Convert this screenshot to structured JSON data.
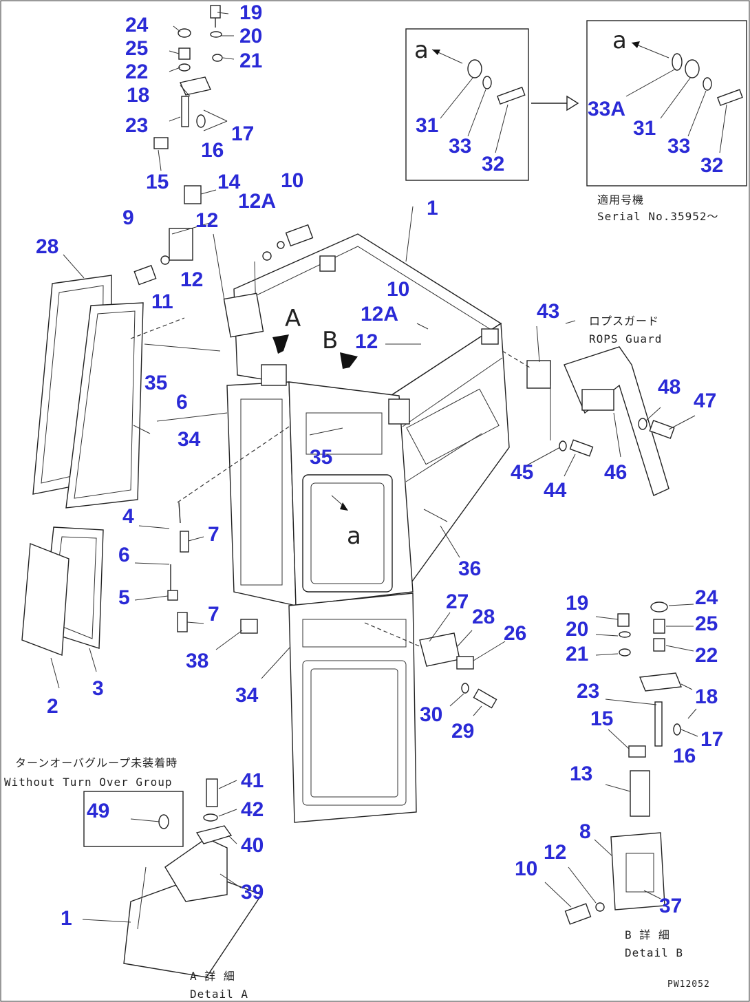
{
  "drawing_id": "PW12052",
  "view_markers": {
    "a_lower": "a",
    "a_upper": "a",
    "a_upper_right": "a",
    "A": "A",
    "B": "B"
  },
  "notes": {
    "rops_guard_jp": "ロプスガード",
    "rops_guard_en": "ROPS Guard",
    "serial_jp": "適用号機",
    "serial_en": "Serial No.35952～",
    "without_group_jp": "ターンオーバグループ未装着時",
    "without_group_en": "Without Turn Over Group",
    "detail_a_jp": "A 詳 細",
    "detail_a_en": "Detail A",
    "detail_b_jp": "B 詳 細",
    "detail_b_en": "Detail B"
  },
  "callouts": {
    "c1": "1",
    "c1b": "1",
    "c2": "2",
    "c3": "3",
    "c4": "4",
    "c5": "5",
    "c6a": "6",
    "c6b": "6",
    "c7a": "7",
    "c7b": "7",
    "c8": "8",
    "c9": "9",
    "c10a": "10",
    "c10b": "10",
    "c10c": "10",
    "c11": "11",
    "c12a": "12",
    "c12b": "12",
    "c12c": "12",
    "c12d": "12",
    "c12Aa": "12A",
    "c12Ab": "12A",
    "c13": "13",
    "c14": "14",
    "c15a": "15",
    "c15b": "15",
    "c16a": "16",
    "c16b": "16",
    "c17a": "17",
    "c17b": "17",
    "c18a": "18",
    "c18b": "18",
    "c19a": "19",
    "c19b": "19",
    "c20a": "20",
    "c20b": "20",
    "c21a": "21",
    "c21b": "21",
    "c22a": "22",
    "c22b": "22",
    "c23a": "23",
    "c23b": "23",
    "c24a": "24",
    "c24b": "24",
    "c25a": "25",
    "c25b": "25",
    "c26": "26",
    "c27": "27",
    "c28a": "28",
    "c28b": "28",
    "c29": "29",
    "c30": "30",
    "c31a": "31",
    "c31b": "31",
    "c32a": "32",
    "c32b": "32",
    "c33a": "33",
    "c33b": "33",
    "c33A": "33A",
    "c34a": "34",
    "c34b": "34",
    "c35a": "35",
    "c35b": "35",
    "c36": "36",
    "c37": "37",
    "c38": "38",
    "c39": "39",
    "c40": "40",
    "c41": "41",
    "c42": "42",
    "c43": "43",
    "c44": "44",
    "c45": "45",
    "c46": "46",
    "c47": "47",
    "c48": "48",
    "c49": "49"
  },
  "colors": {
    "callout": "#2a2ad6",
    "line": "#222222",
    "frame": "#000000"
  }
}
